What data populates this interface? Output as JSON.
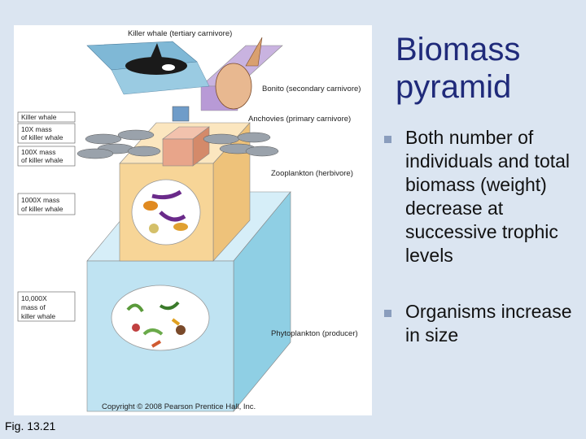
{
  "slide": {
    "title": "Biomass pyramid",
    "bullets": [
      "Both number of individuals and total biomass (weight) decrease at successive trophic levels",
      "Organisms increase in size"
    ],
    "figure_caption": "Fig. 13.21"
  },
  "figure": {
    "top_label": "Killer whale (tertiary carnivore)",
    "levels": [
      {
        "name": "Bonito (secondary carnivore)"
      },
      {
        "name": "Anchovies (primary carnivore)"
      },
      {
        "name": "Zooplankton (herbivore)"
      },
      {
        "name": "Phytoplankton (producer)"
      }
    ],
    "mass_boxes": [
      {
        "lines": [
          "Killer whale"
        ]
      },
      {
        "lines": [
          "10X mass",
          "of killer whale"
        ]
      },
      {
        "lines": [
          "100X mass",
          "of killer whale"
        ]
      },
      {
        "lines": [
          "1000X mass",
          "of killer whale"
        ]
      },
      {
        "lines": [
          "10,000X",
          "mass of",
          "killer whale"
        ]
      }
    ],
    "copyright": "Copyright © 2008 Pearson Prentice Hall, Inc."
  },
  "colors": {
    "slide_background": "#dbe5f1",
    "title": "#1f2a7a",
    "bullet_marker": "#8a9dbd",
    "phytoplankton_box": "#bfe3f2",
    "zooplankton_box": "#f7d597",
    "anchovy_box": "#e8a58a",
    "bonito_panel": "#c9b3e0",
    "killer_whale_panel": "#7fb8d6"
  }
}
